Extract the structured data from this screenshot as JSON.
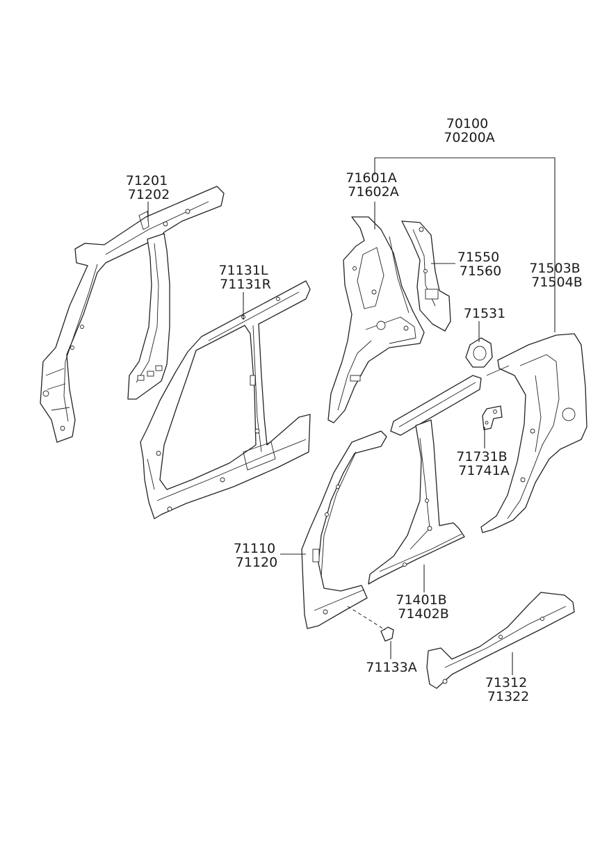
{
  "parts": [
    {
      "id": "p70100",
      "lines": [
        "70100",
        "70200A"
      ]
    },
    {
      "id": "p71201",
      "lines": [
        "71201",
        "71202"
      ]
    },
    {
      "id": "p71601",
      "lines": [
        "71601A",
        "71602A"
      ]
    },
    {
      "id": "p71550",
      "lines": [
        "71550",
        "71560"
      ]
    },
    {
      "id": "p71503",
      "lines": [
        "71503B",
        "71504B"
      ]
    },
    {
      "id": "p71131",
      "lines": [
        "71131L",
        "71131R"
      ]
    },
    {
      "id": "p71531",
      "lines": [
        "71531"
      ]
    },
    {
      "id": "p71731",
      "lines": [
        "71731B",
        "71741A"
      ]
    },
    {
      "id": "p71110",
      "lines": [
        "71110",
        "71120"
      ]
    },
    {
      "id": "p71401",
      "lines": [
        "71401B",
        "71402B"
      ]
    },
    {
      "id": "p71133",
      "lines": [
        "71133A"
      ]
    },
    {
      "id": "p71312",
      "lines": [
        "71312",
        "71322"
      ]
    }
  ]
}
